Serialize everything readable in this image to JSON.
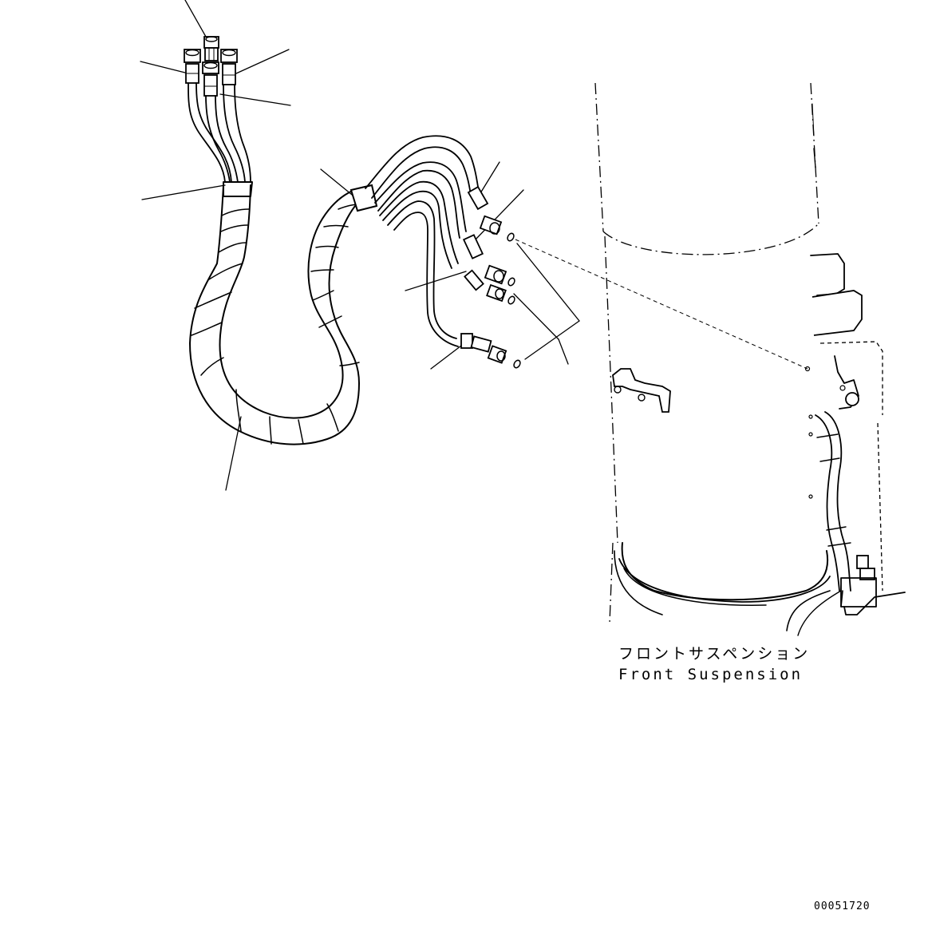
{
  "caption": {
    "japanese": "フロントサスペンション",
    "english": "Front Suspension"
  },
  "drawing_number": "00051720",
  "icons": {
    "hose_assembly": "hydraulic-hose-bundle-icon",
    "fittings": "hex-fitting-icon",
    "orings": "o-ring-icon",
    "suspension": "front-suspension-cylinder-icon"
  }
}
